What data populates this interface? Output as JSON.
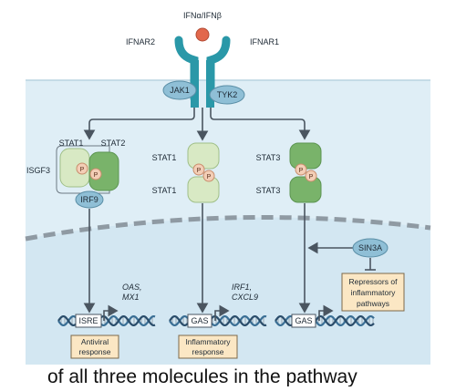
{
  "colors": {
    "cytoplasm": "#dfeef6",
    "receptor": "#2a98a8",
    "ligand": "#e2684c",
    "kinase": "#8fbfd6",
    "stat_light": "#d8e9c4",
    "stat_dark": "#79b36a",
    "phospho": "#f3ceb6",
    "label_box": "#fbe7c4",
    "arrow": "#4a5560"
  },
  "ligand": {
    "label": "IFNα/IFNβ"
  },
  "receptors": {
    "left": "IFNAR2",
    "right": "IFNAR1"
  },
  "kinases": {
    "jak1": "JAK1",
    "tyk2": "TYK2"
  },
  "complexes": {
    "isgf3": {
      "name": "ISGF3",
      "stat_a": "STAT1",
      "stat_b": "STAT2",
      "irf": "IRF9",
      "p": "P"
    },
    "stat1_dimer": {
      "top": "STAT1",
      "bottom": "STAT1",
      "p": "P"
    },
    "stat3_dimer": {
      "top": "STAT3",
      "bottom": "STAT3",
      "p": "P"
    }
  },
  "sin3a": "SIN3A",
  "repressor_box": [
    "Repressors of",
    "inflammatory",
    "pathways"
  ],
  "elements": {
    "isre": "ISRE",
    "gas_middle": "GAS",
    "gas_right": "GAS"
  },
  "genes": {
    "left": [
      "OAS,",
      "MX1"
    ],
    "middle": [
      "IRF1,",
      "CXCL9"
    ]
  },
  "outputs": {
    "antiviral": [
      "Antiviral",
      "response"
    ],
    "inflammatory": [
      "Inflammatory",
      "response"
    ]
  },
  "caption": "of all three molecules in the pathway"
}
